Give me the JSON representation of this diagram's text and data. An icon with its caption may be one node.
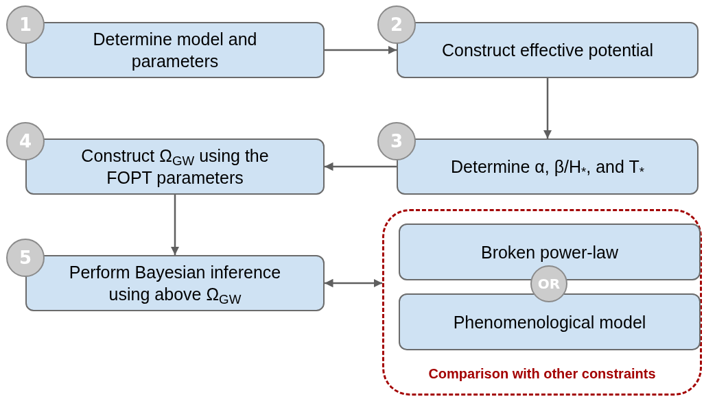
{
  "diagram": {
    "nodes": [
      {
        "text": [
          "1"
        ]
      },
      {
        "text": [
          "Determine model and parameters"
        ]
      },
      {
        "text": [
          "2"
        ]
      },
      {
        "text": [
          "Construct effective potential"
        ]
      },
      {
        "text": [
          "3"
        ]
      },
      {
        "text": [
          "Determine α, β/H$_{*}$, and T$_{*}$"
        ]
      },
      {
        "text": [
          "4"
        ]
      },
      {
        "text": [
          "Construct Ω$_{GW}$ using the FOPT parameters"
        ]
      },
      {
        "text": [
          "5"
        ]
      },
      {
        "text": [
          "Perform Bayesian inference using above Ω$_{GW}$"
        ]
      },
      {
        "text": [
          "Comparison with other constraints"
        ]
      },
      {
        "text": [
          "Broken power-law"
        ],
        "in": 10
      },
      {
        "text": [
          "OR"
        ],
        "in": 10
      },
      {
        "text": [
          "Phenomenological model"
        ],
        "in": 10
      }
    ],
    "edges": [
      {
        "from": 1,
        "to": 3,
        "arrow": "to"
      },
      {
        "from": 3,
        "to": 5,
        "arrow": "to"
      },
      {
        "from": 5,
        "to": 7,
        "arrow": "to"
      },
      {
        "from": 7,
        "to": 9,
        "arrow": "to"
      },
      {
        "from": 9,
        "to": 10,
        "arrow": "both"
      }
    ]
  }
}
